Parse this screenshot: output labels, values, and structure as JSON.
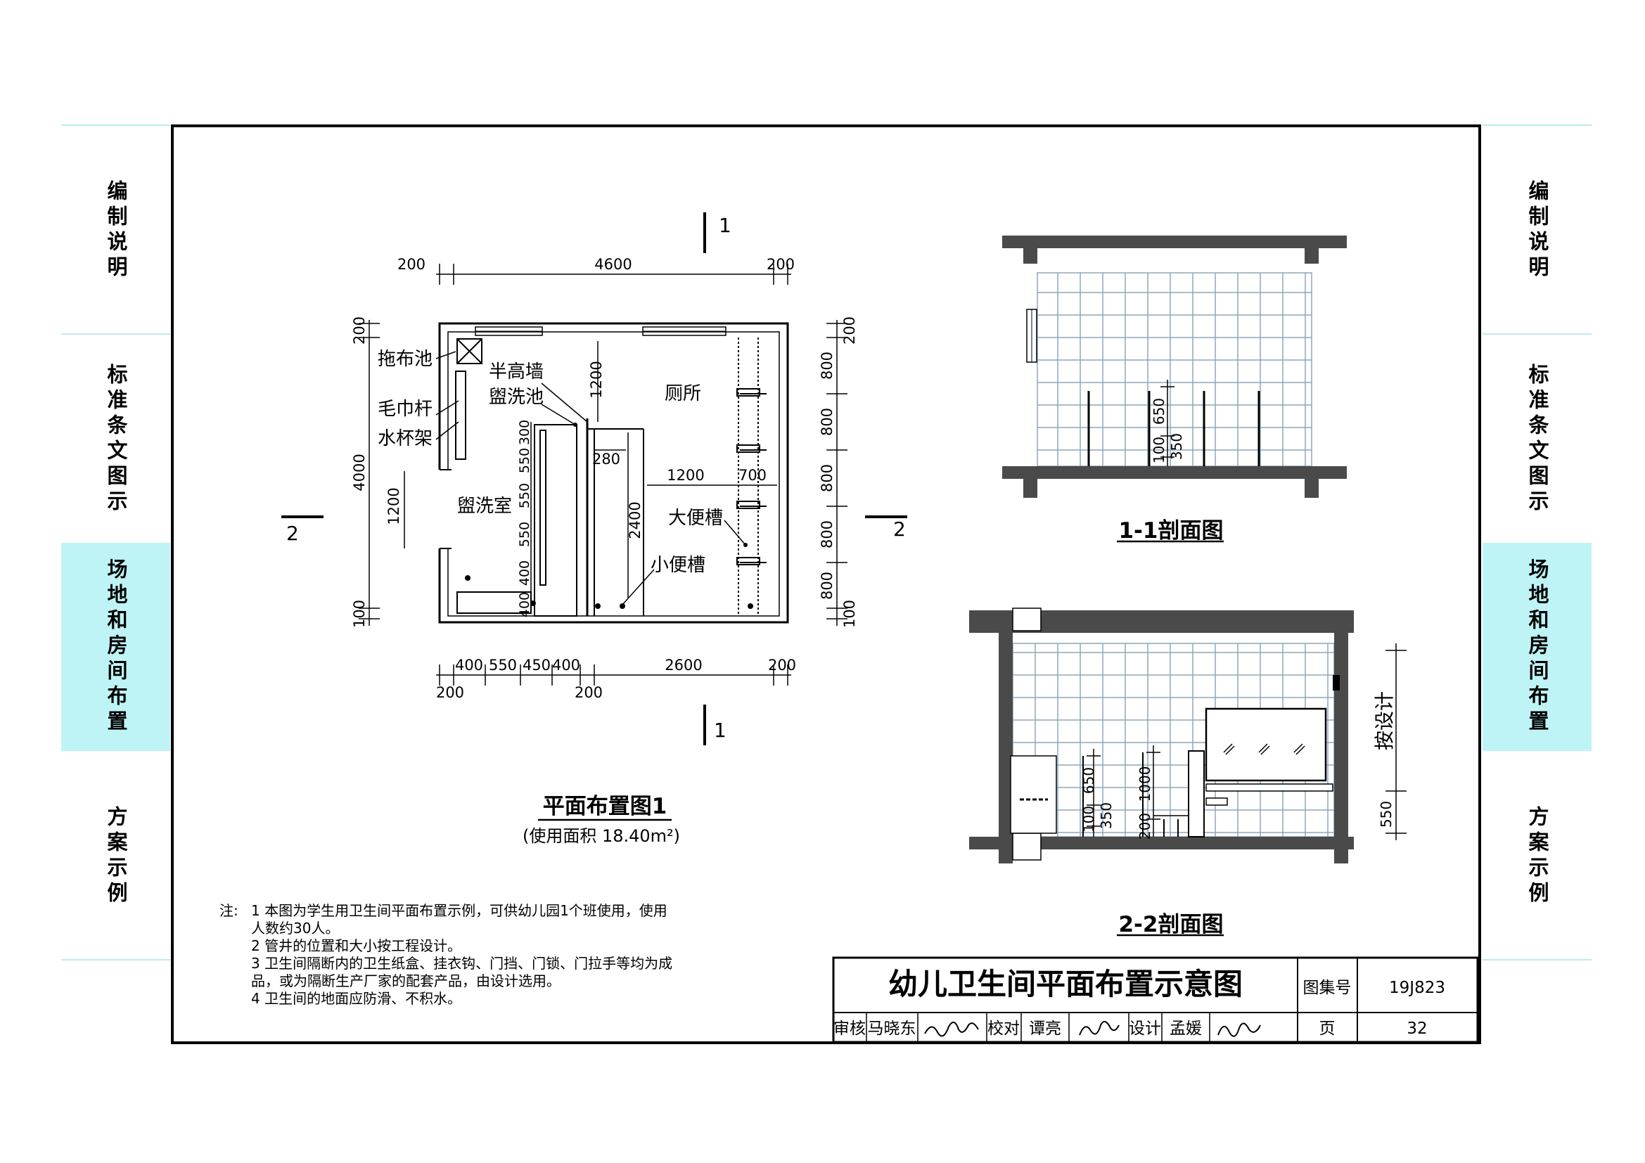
{
  "side_tabs": [
    {
      "label": "编制说明",
      "active": false
    },
    {
      "label": "标准条文图示",
      "active": false
    },
    {
      "label": "场地和房间布置",
      "active": true
    },
    {
      "label": "方案示例",
      "active": false
    }
  ],
  "colors": {
    "tab_active": "#bff4f6",
    "separator": "#bdeaf0",
    "wall": "#4a4a4a",
    "tile": "#8fa5b8"
  },
  "plan": {
    "title": "平面布置图1",
    "area": "(使用面积 18.40m²)",
    "section_marks": {
      "one": "1",
      "two": "2"
    },
    "rooms": {
      "washroom": "盥洗室",
      "toilet": "厕所"
    },
    "labels": {
      "mop_sink": "拖布池",
      "towel_rack": "毛巾杆",
      "cup_rack": "水杯架",
      "half_wall": "半高墙",
      "wash_basin": "盥洗池",
      "big_trough": "大便槽",
      "small_trough": "小便槽"
    },
    "dims_top": [
      "200",
      "4600",
      "200"
    ],
    "dims_bottom_row1": [
      "400",
      "550",
      "450",
      "400",
      "2600",
      "200"
    ],
    "dims_bottom_row2": [
      "200",
      "200"
    ],
    "dims_left": [
      "200",
      "4000",
      "100"
    ],
    "dims_right": [
      "200",
      "800",
      "800",
      "800",
      "800",
      "800",
      "100"
    ],
    "dims_inner": {
      "door_top": "1200",
      "door_left": "1200",
      "d280": "280",
      "d2400": "2400",
      "d1200": "1200",
      "d700": "700",
      "d300": "300",
      "d550a": "550",
      "d550b": "550",
      "d550c": "550",
      "d400": "400",
      "d400b": "400"
    }
  },
  "section11": {
    "title": "1-1剖面图",
    "dims": [
      "100",
      "650",
      "350"
    ]
  },
  "section22": {
    "title": "2-2剖面图",
    "dims": [
      "100",
      "650",
      "350",
      "200",
      "1000",
      "550"
    ],
    "by_design": "按设计"
  },
  "notes": {
    "prefix": "注:",
    "items": [
      "1  本图为学生用卫生间平面布置示例，可供幼儿园1个班使用，使用",
      "   人数约30人。",
      "2  管井的位置和大小按工程设计。",
      "3  卫生间隔断内的卫生纸盒、挂衣钩、门挡、门锁、门拉手等均为成",
      "   品，或为隔断生产厂家的配套产品，由设计选用。",
      "4  卫生间的地面应防滑、不积水。"
    ]
  },
  "title_block": {
    "title": "幼儿卫生间平面布置示意图",
    "atlas_label": "图集号",
    "atlas_no": "19J823",
    "review_label": "审核",
    "reviewer": "马晓东",
    "check_label": "校对",
    "checker": "谭亮",
    "design_label": "设计",
    "designer": "孟媛",
    "page_label": "页",
    "page_no": "32"
  }
}
